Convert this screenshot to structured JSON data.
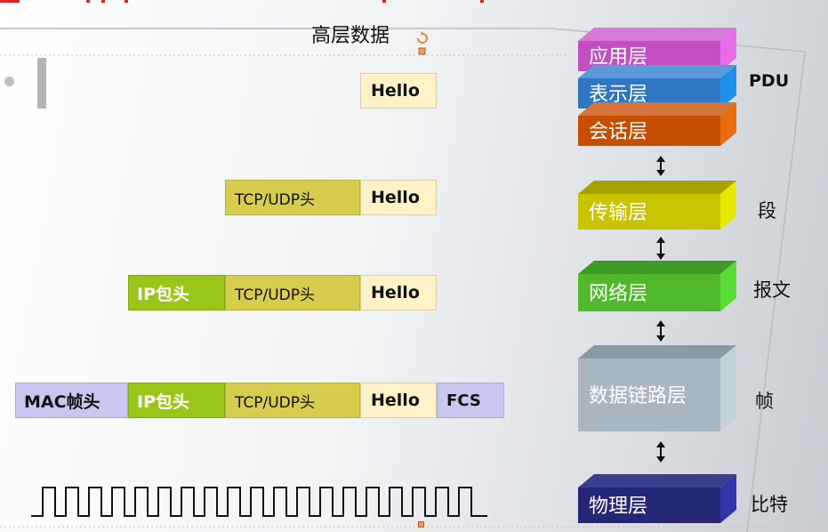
{
  "title": "高层数据",
  "rows": {
    "r1": {
      "hello": "Hello"
    },
    "r2": {
      "tcp": "TCP/UDP头",
      "hello": "Hello"
    },
    "r3": {
      "ip": "IP包头",
      "tcp": "TCP/UDP头",
      "hello": "Hello"
    },
    "r4": {
      "mac": "MAC帧头",
      "ip": "IP包头",
      "tcp": "TCP/UDP头",
      "hello": "Hello",
      "fcs": "FCS"
    }
  },
  "layers": [
    {
      "label": "应用层",
      "front": "#c44fc4",
      "top": "#d77ad7",
      "side": "#e86be8"
    },
    {
      "label": "表示层",
      "front": "#2f77c4",
      "top": "#5b99d8",
      "side": "#1e8ee8"
    },
    {
      "label": "会话层",
      "front": "#c64e00",
      "top": "#d5743a",
      "side": "#e86d12"
    },
    {
      "label": "传输层",
      "front": "#c9c400",
      "top": "#a6a300",
      "side": "#e7e800"
    },
    {
      "label": "网络层",
      "front": "#4fb82b",
      "top": "#3c9c22",
      "side": "#59dd36"
    },
    {
      "label": "数据链路层",
      "front": "#a9b6c0",
      "top": "#8b99a3",
      "side": "#c4d1d9"
    },
    {
      "label": "物理层",
      "front": "#262677",
      "top": "#3d3d90",
      "side": "#3434aa"
    }
  ],
  "pdu_labels": {
    "pdu": "PDU",
    "segment": "段",
    "packet": "报文",
    "frame": "帧",
    "bit": "比特"
  }
}
